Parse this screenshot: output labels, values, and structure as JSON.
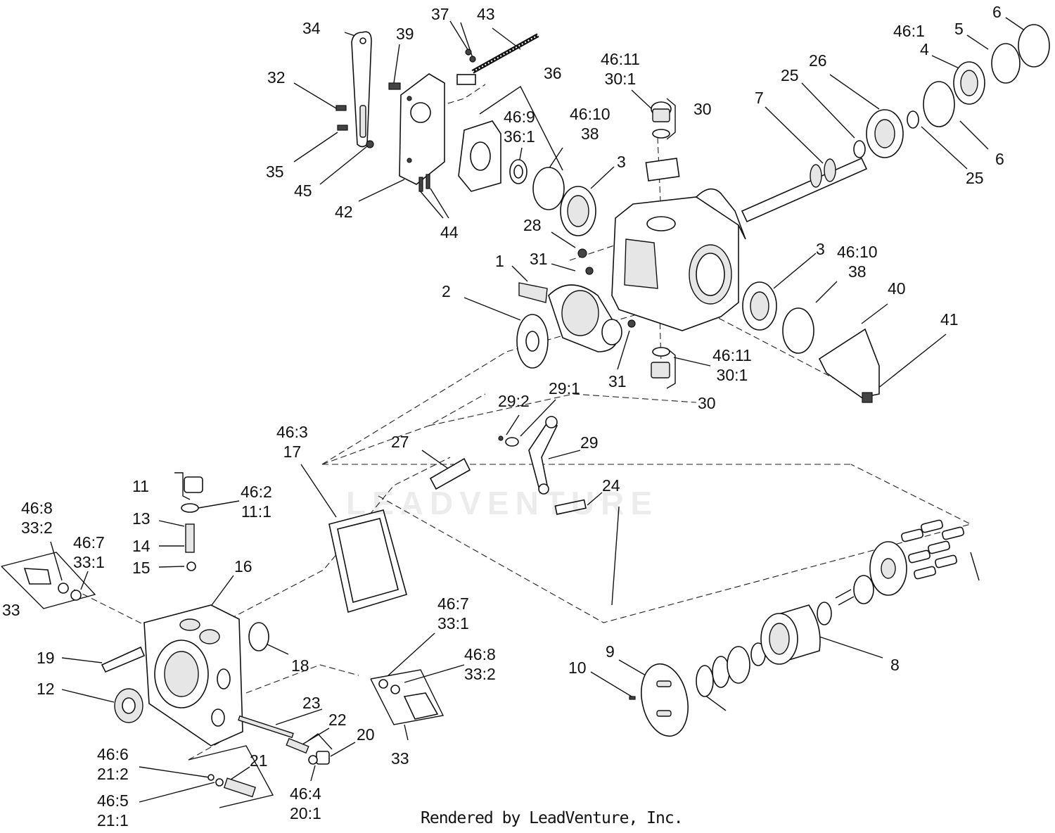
{
  "diagram": {
    "watermark": "LEADVENTURE",
    "credit": "Rendered by LeadVenture, Inc.",
    "callouts": [
      {
        "id": "c34",
        "lines": [
          "34"
        ]
      },
      {
        "id": "c39",
        "lines": [
          "39"
        ]
      },
      {
        "id": "c37",
        "lines": [
          "37"
        ]
      },
      {
        "id": "c43",
        "lines": [
          "43"
        ]
      },
      {
        "id": "c32",
        "lines": [
          "32"
        ]
      },
      {
        "id": "c36",
        "lines": [
          "36"
        ]
      },
      {
        "id": "c35",
        "lines": [
          "35"
        ]
      },
      {
        "id": "c45",
        "lines": [
          "45"
        ]
      },
      {
        "id": "c42",
        "lines": [
          "42"
        ]
      },
      {
        "id": "c44",
        "lines": [
          "44"
        ]
      },
      {
        "id": "c46_9",
        "lines": [
          "46:9",
          "36:1"
        ]
      },
      {
        "id": "c46_10a",
        "lines": [
          "46:10",
          "38"
        ]
      },
      {
        "id": "c46_11a",
        "lines": [
          "46:11",
          "30:1"
        ]
      },
      {
        "id": "c30a",
        "lines": [
          "30"
        ]
      },
      {
        "id": "c3a",
        "lines": [
          "3"
        ]
      },
      {
        "id": "c28",
        "lines": [
          "28"
        ]
      },
      {
        "id": "c31a",
        "lines": [
          "31"
        ]
      },
      {
        "id": "c1",
        "lines": [
          "1"
        ]
      },
      {
        "id": "c2",
        "lines": [
          "2"
        ]
      },
      {
        "id": "c7",
        "lines": [
          "7"
        ]
      },
      {
        "id": "c25a",
        "lines": [
          "25"
        ]
      },
      {
        "id": "c26",
        "lines": [
          "26"
        ]
      },
      {
        "id": "c46_1",
        "lines": [
          "46:1"
        ]
      },
      {
        "id": "c4",
        "lines": [
          "4"
        ]
      },
      {
        "id": "c5",
        "lines": [
          "5"
        ]
      },
      {
        "id": "c6a",
        "lines": [
          "6"
        ]
      },
      {
        "id": "c6b",
        "lines": [
          "6"
        ]
      },
      {
        "id": "c25b",
        "lines": [
          "25"
        ]
      },
      {
        "id": "c3b",
        "lines": [
          "3"
        ]
      },
      {
        "id": "c46_10b",
        "lines": [
          "46:10",
          "38"
        ]
      },
      {
        "id": "c40",
        "lines": [
          "40"
        ]
      },
      {
        "id": "c41",
        "lines": [
          "41"
        ]
      },
      {
        "id": "c31b",
        "lines": [
          "31"
        ]
      },
      {
        "id": "c46_11b",
        "lines": [
          "46:11",
          "30:1"
        ]
      },
      {
        "id": "c30b",
        "lines": [
          "30"
        ]
      },
      {
        "id": "c29_2",
        "lines": [
          "29:2"
        ]
      },
      {
        "id": "c29_1",
        "lines": [
          "29:1"
        ]
      },
      {
        "id": "c29",
        "lines": [
          "29"
        ]
      },
      {
        "id": "c27",
        "lines": [
          "27"
        ]
      },
      {
        "id": "c24",
        "lines": [
          "24"
        ]
      },
      {
        "id": "c46_3",
        "lines": [
          "46:3",
          "17"
        ]
      },
      {
        "id": "c11",
        "lines": [
          "11"
        ]
      },
      {
        "id": "c46_2",
        "lines": [
          "46:2",
          "11:1"
        ]
      },
      {
        "id": "c13",
        "lines": [
          "13"
        ]
      },
      {
        "id": "c14",
        "lines": [
          "14"
        ]
      },
      {
        "id": "c15",
        "lines": [
          "15"
        ]
      },
      {
        "id": "c46_8a",
        "lines": [
          "46:8",
          "33:2"
        ]
      },
      {
        "id": "c46_7a",
        "lines": [
          "46:7",
          "33:1"
        ]
      },
      {
        "id": "c33a",
        "lines": [
          "33"
        ]
      },
      {
        "id": "c16",
        "lines": [
          "16"
        ]
      },
      {
        "id": "c18",
        "lines": [
          "18"
        ]
      },
      {
        "id": "c19",
        "lines": [
          "19"
        ]
      },
      {
        "id": "c12",
        "lines": [
          "12"
        ]
      },
      {
        "id": "c46_7b",
        "lines": [
          "46:7",
          "33:1"
        ]
      },
      {
        "id": "c46_8b",
        "lines": [
          "46:8",
          "33:2"
        ]
      },
      {
        "id": "c33b",
        "lines": [
          "33"
        ]
      },
      {
        "id": "c23",
        "lines": [
          "23"
        ]
      },
      {
        "id": "c22",
        "lines": [
          "22"
        ]
      },
      {
        "id": "c20",
        "lines": [
          "20"
        ]
      },
      {
        "id": "c21",
        "lines": [
          "21"
        ]
      },
      {
        "id": "c46_6",
        "lines": [
          "46:6",
          "21:2"
        ]
      },
      {
        "id": "c46_5",
        "lines": [
          "46:5",
          "21:1"
        ]
      },
      {
        "id": "c46_4",
        "lines": [
          "46:4",
          "20:1"
        ]
      },
      {
        "id": "c9",
        "lines": [
          "9"
        ]
      },
      {
        "id": "c10",
        "lines": [
          "10"
        ]
      },
      {
        "id": "c8",
        "lines": [
          "8"
        ]
      }
    ]
  }
}
